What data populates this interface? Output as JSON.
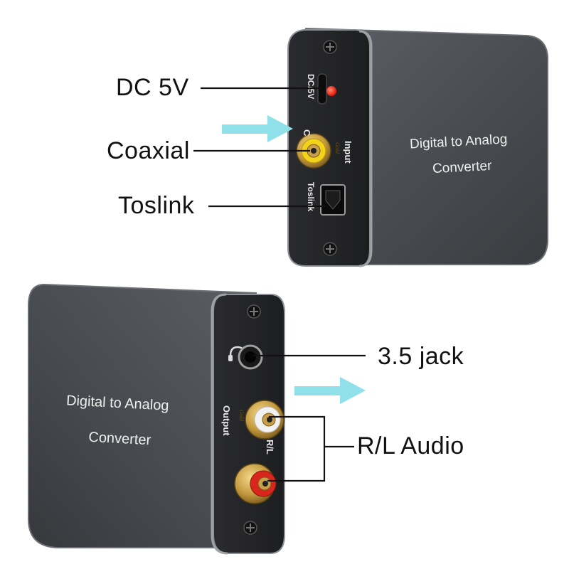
{
  "top_unit": {
    "face_title_line1": "Digital to Analog",
    "face_title_line2": "Converter",
    "power_port_label": "DC/5V",
    "input_label": "Input",
    "coax_small_label": "C",
    "toslink_port_label": "Toslink",
    "coax_ring_text": "Gold"
  },
  "bottom_unit": {
    "face_title_line1": "Digital to Analog",
    "face_title_line2": "Converter",
    "output_label": "Output",
    "rl_label": "R/L",
    "rca_ring_text": "Gold"
  },
  "callouts": {
    "dc_5v": "DC 5V",
    "coaxial": "Coaxial",
    "toslink": "Toslink",
    "jack_35": "3.5 jack",
    "rl_audio": "R/L Audio"
  },
  "colors": {
    "body": "#4a4c51",
    "arrow": "#8fe0e8",
    "led": "#ff2a1a",
    "coax_yellow": "#f2d21a",
    "rca_red": "#d9261c",
    "gold": "#c9a04a"
  },
  "icons": [
    "arrow-right-icon",
    "headphone-icon",
    "screw-icon"
  ]
}
